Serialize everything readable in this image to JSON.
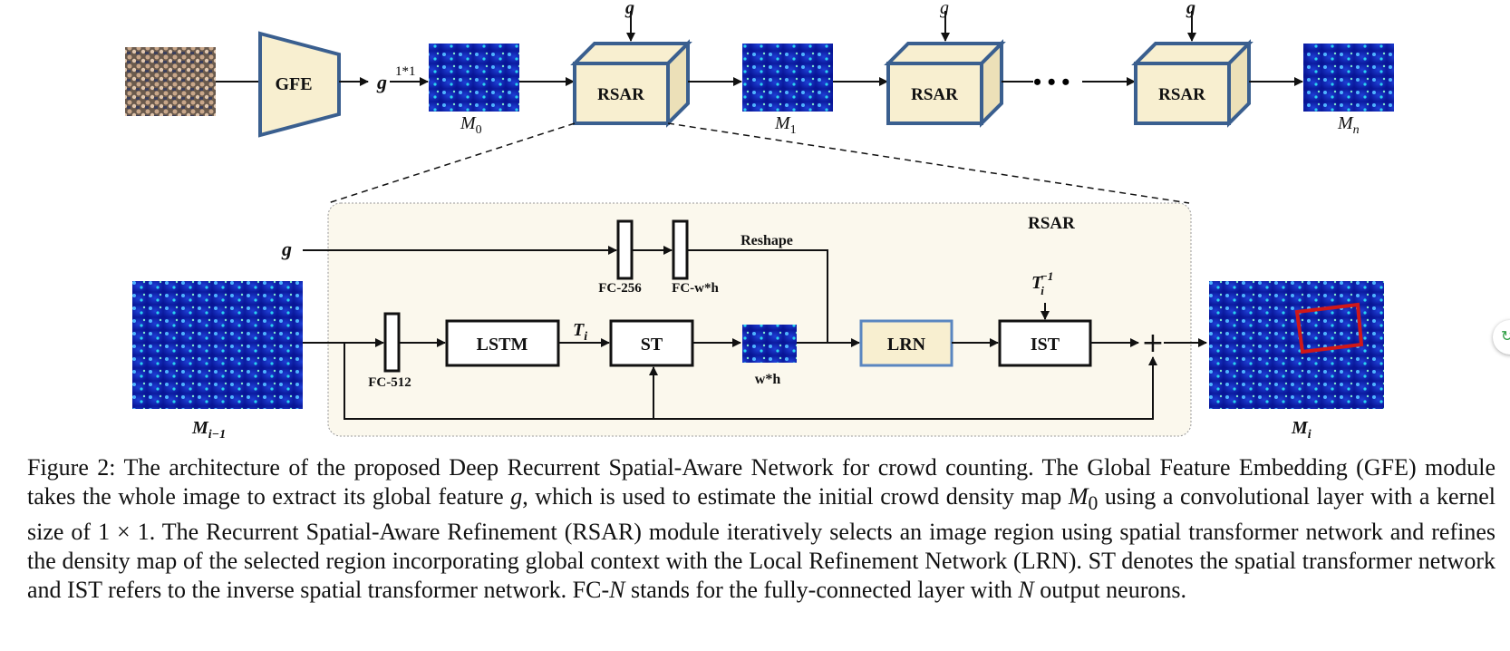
{
  "diagram": {
    "g_label": "g",
    "gfe_label": "GFE",
    "conv_label": "1*1",
    "rsar_block_label": "RSAR",
    "map_labels": [
      "M",
      "M",
      "M"
    ],
    "map_subs": [
      "0",
      "1",
      "n"
    ],
    "dots": "• • •",
    "detail_title": "RSAR",
    "fc256": "FC-256",
    "fcwh": "FC-w*h",
    "reshape": "Reshape",
    "fc512": "FC-512",
    "lstm": "LSTM",
    "ti": "T",
    "ti_sub": "i",
    "st": "ST",
    "wh": "w*h",
    "lrn": "LRN",
    "ist": "IST",
    "tinv": "T",
    "tinv_sub": "i",
    "tinv_sup": "−1",
    "plus": "+",
    "in_map": "M",
    "in_map_sub": "i−1",
    "out_map": "M",
    "out_map_sub": "i"
  },
  "caption": {
    "p1": "Figure 2: The architecture of the proposed Deep Recurrent Spatial-Aware Network for crowd counting. The Global Feature Embedding (GFE) module takes the whole image to extract its global feature ",
    "g": "g",
    "p2": ", which is used to estimate the initial crowd density map ",
    "m": "M",
    "m_sub": "0",
    "p3": " using a convolutional layer with a kernel size of 1 × 1. The Recurrent Spatial-Aware Refinement (RSAR) module iteratively selects an image region using spatial transformer network and refines the density map of the selected region incorporating global context with the Local Refinement Network (LRN). ST denotes the spatial transformer network and IST refers to the inverse spatial transformer network. FC-",
    "n1": "N",
    "p4": " stands for the fully-connected layer with ",
    "n2": "N",
    "p5": " output neurons."
  },
  "colors": {
    "cream": "#f8efd0",
    "box_blue": "#3a5f8f",
    "panel": "#fbf8ed",
    "density_dark": "#0a1aa8",
    "highlight": "#d01818"
  }
}
